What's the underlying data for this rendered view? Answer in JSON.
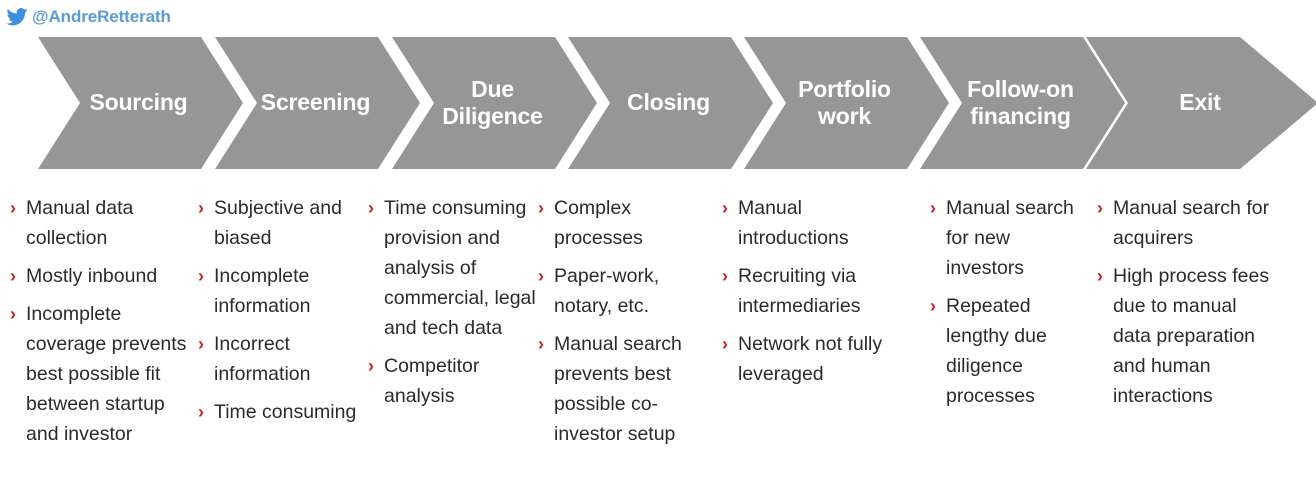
{
  "handle": {
    "icon": "twitter-bird-icon",
    "name": "@AndreRetterath",
    "color": "#5B9BD5"
  },
  "colors": {
    "chevron_fill": "#969696",
    "chevron_text": "#FFFFFF",
    "bullet_mark": "#C3251F",
    "bullet_text": "#2B2B2B",
    "background": "#FFFFFF"
  },
  "stages": [
    {
      "label": "Sourcing",
      "bullets": [
        "Manual data collection",
        "Mostly inbound",
        "Incomplete coverage prevents best possible fit between startup and investor"
      ]
    },
    {
      "label": "Screening",
      "bullets": [
        "Subjective and biased",
        "Incomplete information",
        "Incorrect information",
        "Time consuming"
      ]
    },
    {
      "label": "Due\nDiligence",
      "bullets": [
        "Time consuming provision and analysis of commercial, legal and tech data",
        "Competitor analysis"
      ]
    },
    {
      "label": "Closing",
      "bullets": [
        "Complex processes",
        "Paper-work, notary, etc.",
        "Manual search prevents best possible co-investor setup"
      ]
    },
    {
      "label": "Portfolio\nwork",
      "bullets": [
        "Manual introductions",
        "Recruiting via intermediaries",
        "Network not fully leveraged"
      ]
    },
    {
      "label": "Follow-on\nfinancing",
      "bullets": [
        "Manual search for new investors",
        "Repeated lengthy due diligence processes"
      ]
    },
    {
      "label": "Exit",
      "bullets": [
        "Manual search for acquirers",
        "High process fees due to manual data preparation and human interactions"
      ]
    }
  ],
  "bullet_marker": "›"
}
